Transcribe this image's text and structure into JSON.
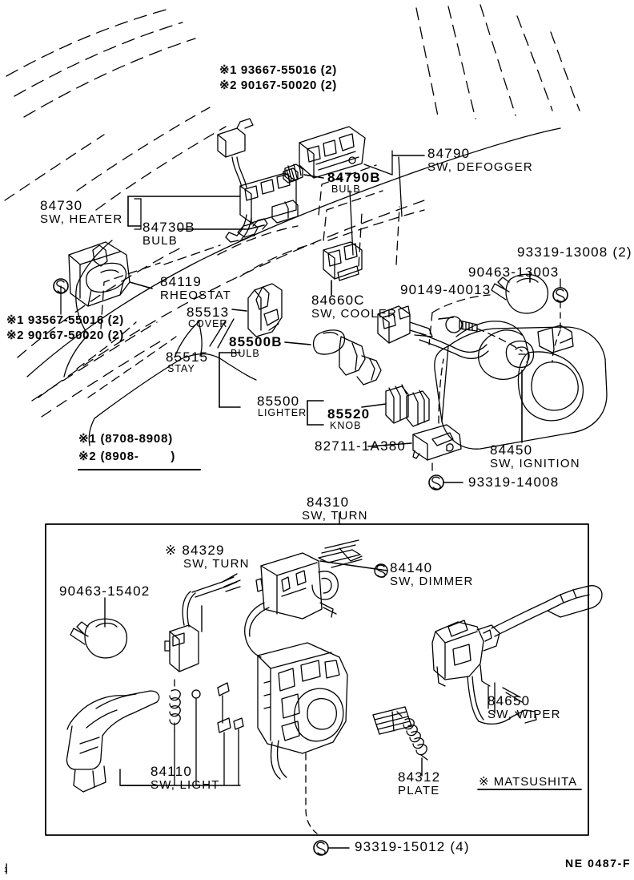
{
  "page": {
    "drawing_code": "NE 0487-F",
    "footer_mark": "1"
  },
  "upper_section": {
    "fasteners_top": {
      "line1": "※1 93667-55016 (2)",
      "line2": "※2 90167-50020 (2)"
    },
    "fasteners_left": {
      "line1": "※1 93567-55016 (2)",
      "line2": "※2 90167-50020 (2)"
    },
    "legend": {
      "line1": "※1 (8708-8908)",
      "line2": "※2 (8908-        )"
    },
    "parts": [
      {
        "id": "p-84730",
        "number": "84730",
        "name": "SW, HEATER"
      },
      {
        "id": "p-84730B",
        "number": "84730B",
        "name": "BULB"
      },
      {
        "id": "p-84790",
        "number": "84790",
        "name": "SW, DEFOGGER"
      },
      {
        "id": "p-84790B",
        "number": "84790B",
        "name": "BULB"
      },
      {
        "id": "p-84119",
        "number": "84119",
        "name": "RHEOSTAT"
      },
      {
        "id": "p-85513",
        "number": "85513",
        "name": "COVER"
      },
      {
        "id": "p-85515",
        "number": "85515",
        "name": "STAY"
      },
      {
        "id": "p-85500B",
        "number": "85500B",
        "name": "BULB"
      },
      {
        "id": "p-85500",
        "number": "85500",
        "name": "LIGHTER"
      },
      {
        "id": "p-85520",
        "number": "85520",
        "name": "KNOB"
      },
      {
        "id": "p-84660C",
        "number": "84660C",
        "name": "SW, COOLER"
      },
      {
        "id": "p-84450",
        "number": "84450",
        "name": "SW, IGNITION"
      },
      {
        "id": "p-82711",
        "number": "82711-1A380",
        "name": ""
      },
      {
        "id": "p-90149",
        "number": "90149-40013",
        "name": ""
      },
      {
        "id": "p-90463",
        "number": "90463-13003",
        "name": ""
      },
      {
        "id": "p-93319a",
        "number": "93319-13008 (2)",
        "name": ""
      },
      {
        "id": "p-93319b",
        "number": "93319-14008",
        "name": ""
      }
    ]
  },
  "lower_section": {
    "title": {
      "number": "84310",
      "name": "SW, TURN"
    },
    "footnote": "※ MATSUSHITA",
    "parts": [
      {
        "id": "p-90463-15402",
        "number": "90463-15402",
        "name": ""
      },
      {
        "id": "p-84329",
        "number": "※ 84329",
        "name": "SW, TURN"
      },
      {
        "id": "p-84140",
        "number": "84140",
        "name": "SW, DIMMER"
      },
      {
        "id": "p-84650",
        "number": "84650",
        "name": "SW, WIPER"
      },
      {
        "id": "p-84110",
        "number": "84110",
        "name": "SW, LIGHT"
      },
      {
        "id": "p-84312",
        "number": "84312",
        "name": "PLATE"
      },
      {
        "id": "p-93319-15012",
        "number": "93319-15012 (4)",
        "name": ""
      }
    ]
  },
  "icons": {
    "screw_marker_letter": "S"
  }
}
